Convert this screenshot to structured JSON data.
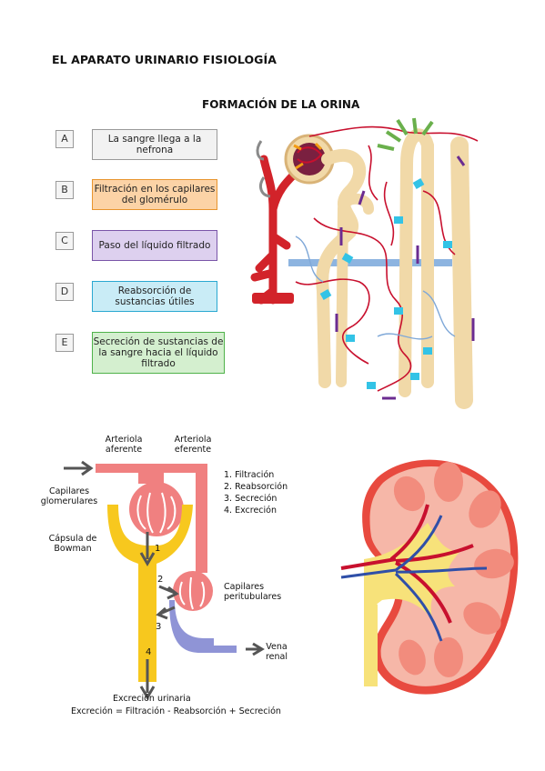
{
  "page_title": "EL APARATO URINARIO FISIOLOGÍA",
  "section_title": "FORMACIÓN DE LA ORINA",
  "legend": [
    {
      "letter": "A",
      "text": "La sangre llega a la nefrona",
      "color": "#f2f2f2",
      "border": "#999999"
    },
    {
      "letter": "B",
      "text": "Filtración en los capilares del glomérulo",
      "color": "#fcd3a6",
      "border": "#e8952e"
    },
    {
      "letter": "C",
      "text": "Paso del líquido filtrado",
      "color": "#ddd0ef",
      "border": "#7a55a8"
    },
    {
      "letter": "D",
      "text": "Reabsorción de sustancias útiles",
      "color": "#c9ecf6",
      "border": "#2aa8d1"
    },
    {
      "letter": "E",
      "text": "Secreción de sustancias de la sangre hacia el líquido filtrado",
      "color": "#d4efcf",
      "border": "#4fb24a"
    }
  ],
  "nephron_diagram": {
    "arteriola_aferente": "Arteriola aferente",
    "arteriola_eferente": "Arteriola eferente",
    "capilares_glomerulares": "Capilares glomerulares",
    "capsula_bowman": "Cápsula de Bowman",
    "capilares_peritubulares": "Capilares peritubulares",
    "vena_renal": "Vena renal",
    "excrecion_urinaria": "Excreción urinaria",
    "steps": [
      "1. Filtración",
      "2. Reabsorción",
      "3. Secreción",
      "4. Excreción"
    ],
    "arrow_numbers": [
      "1",
      "2",
      "3",
      "4"
    ],
    "formula": "Excreción = Filtración - Reabsorción + Secreción"
  },
  "colors": {
    "vessel_red": "#f08080",
    "capsule_yellow": "#f7c81e",
    "vein_blue": "#8f94d6",
    "tubule_tan": "#f1d9a8",
    "capillary_red": "#c8102e"
  }
}
